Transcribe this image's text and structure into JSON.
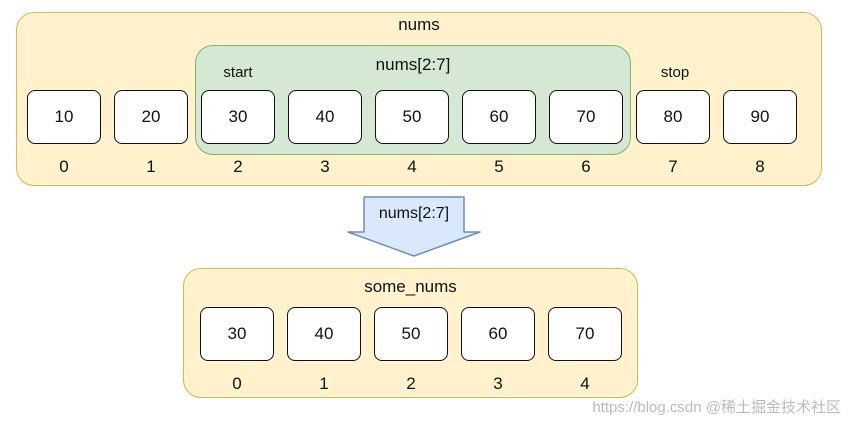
{
  "source": {
    "title": "nums",
    "slice_label": "nums[2:7]",
    "start_label": "start",
    "stop_label": "stop",
    "values": [
      "10",
      "20",
      "30",
      "40",
      "50",
      "60",
      "70",
      "80",
      "90"
    ],
    "indices": [
      "0",
      "1",
      "2",
      "3",
      "4",
      "5",
      "6",
      "7",
      "8"
    ]
  },
  "arrow": {
    "label": "nums[2:7]"
  },
  "result": {
    "title": "some_nums",
    "values": [
      "30",
      "40",
      "50",
      "60",
      "70"
    ],
    "indices": [
      "0",
      "1",
      "2",
      "3",
      "4"
    ]
  },
  "watermark": "https://blog.csdn @稀土掘金技术社区",
  "colors": {
    "panel_fill": "#fff2cc",
    "panel_border": "#d6b656",
    "highlight_fill": "#d5e8d4",
    "highlight_border": "#82b366",
    "arrow_fill": "#dae8fc",
    "arrow_border": "#6c8ebf"
  }
}
